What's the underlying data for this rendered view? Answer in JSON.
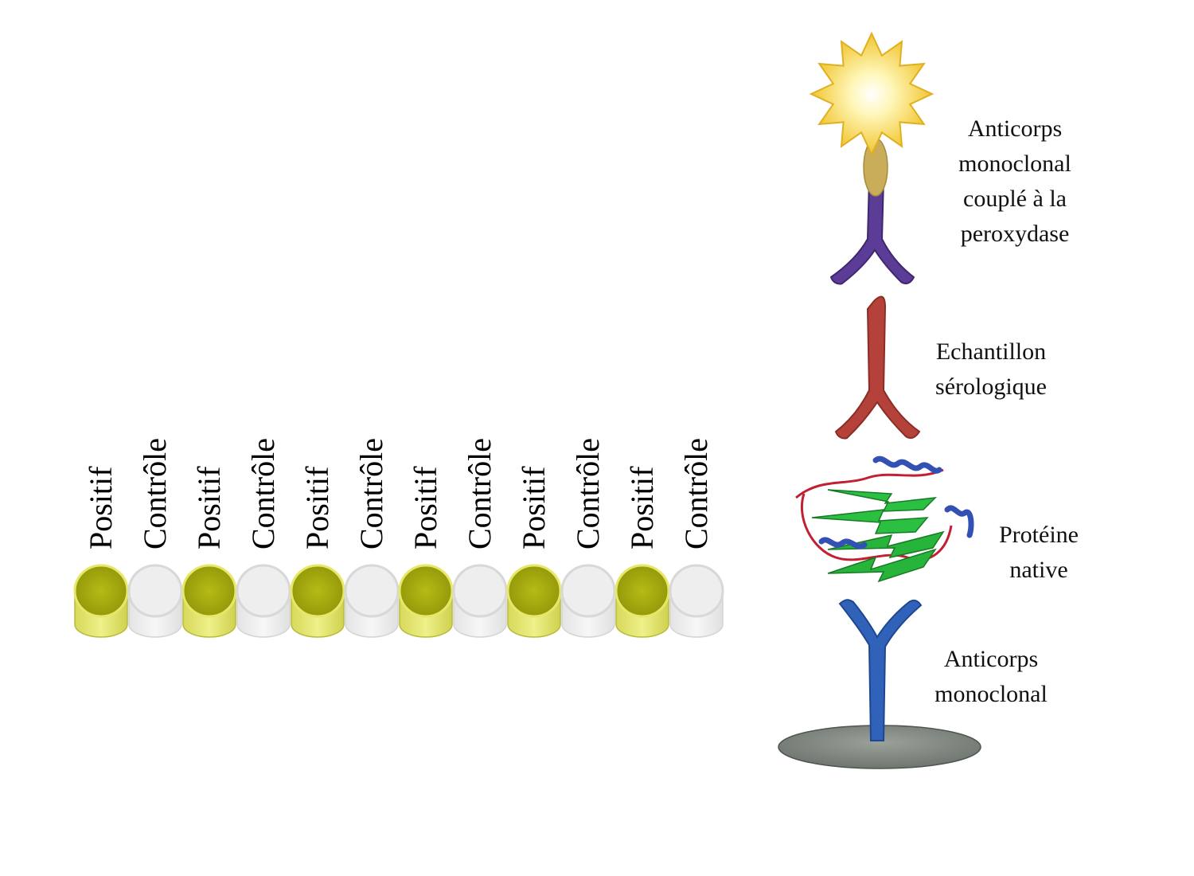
{
  "wells": [
    {
      "label": "Positif",
      "state": "positive"
    },
    {
      "label": "Contrôle",
      "state": "control"
    },
    {
      "label": "Positif",
      "state": "positive"
    },
    {
      "label": "Contrôle",
      "state": "control"
    },
    {
      "label": "Positif",
      "state": "positive"
    },
    {
      "label": "Contrôle",
      "state": "control"
    },
    {
      "label": "Positif",
      "state": "positive"
    },
    {
      "label": "Contrôle",
      "state": "control"
    },
    {
      "label": "Positif",
      "state": "positive"
    },
    {
      "label": "Contrôle",
      "state": "control"
    },
    {
      "label": "Positif",
      "state": "positive"
    },
    {
      "label": "Contrôle",
      "state": "control"
    }
  ],
  "stack": {
    "conjugate_label": "Anticorps\nmonoclonal\ncouplé à la\nperoxydase",
    "sample_label": "Echantillon\nsérologique",
    "protein_label": "Protéine\nnative",
    "capture_label": "Anticorps\nmonoclonal"
  },
  "colors": {
    "positive": "#a8ad10",
    "control": "#eeeeee",
    "capture_antibody": "#2f62b8",
    "sample_antibody": "#b5423a",
    "conjugate_antibody": "#5b3c96",
    "enzyme": "#f4d24a",
    "plate": "#8a918a"
  }
}
